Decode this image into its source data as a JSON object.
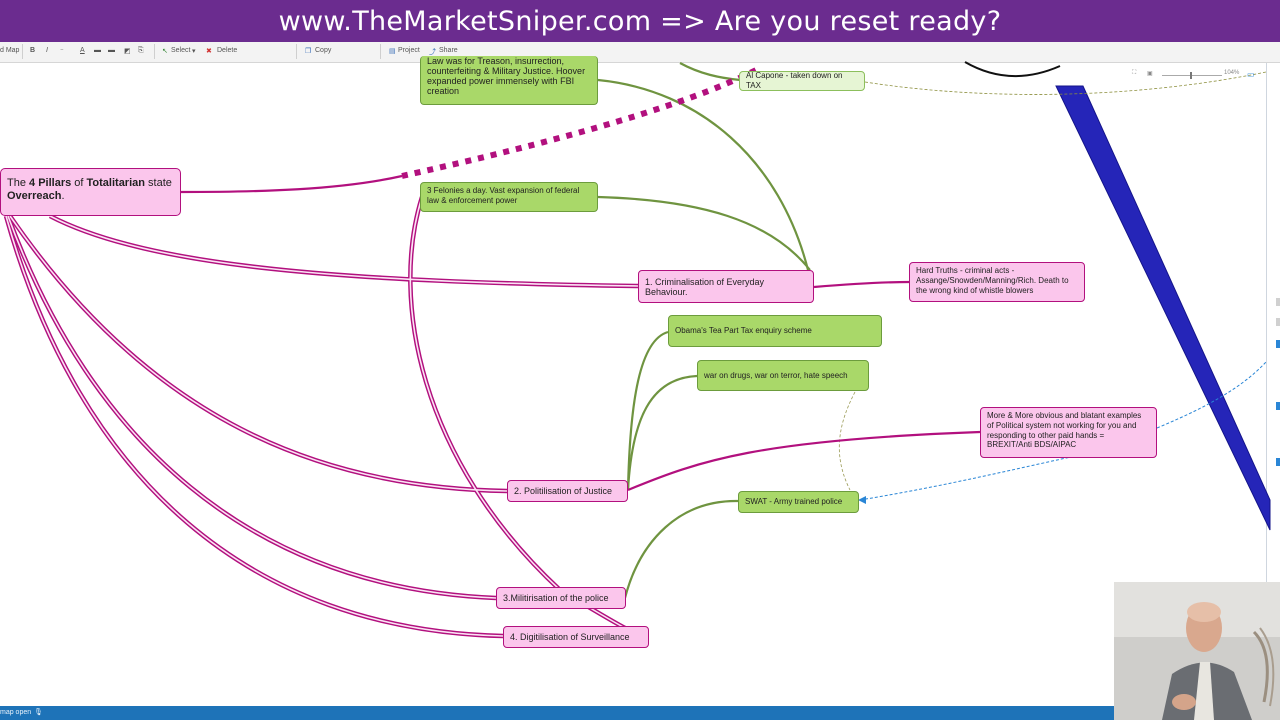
{
  "banner": {
    "text": "www.TheMarketSniper.com => Are you reset ready?"
  },
  "toolbar": {
    "map_label": "d Map",
    "bold": "B",
    "italic": "I",
    "select": "Select",
    "delete": "Delete",
    "copy": "Copy",
    "project": "Project",
    "share": "Share"
  },
  "zoom": {
    "level": "104%"
  },
  "status": {
    "text": "map open"
  },
  "nodes": {
    "root": {
      "pre": "The ",
      "b1": "4 Pillars",
      "mid1": " of ",
      "b2": "Totalitarian",
      "mid2": " state ",
      "b3": "Overreach",
      "post": "."
    },
    "hoover": "Law was for Treason, insurrection, counterfeiting & Military Justice. Hoover expanded power immensely with FBI creation",
    "capone": "Al Capone - taken down on TAX",
    "felonies": "3 Felonies a day. Vast expansion of federal law & enforcement power",
    "criminalisation": "1. Criminalisation of Everyday Behaviour.",
    "hard_truths": "Hard Truths - criminal acts - Assange/Snowden/Manning/Rich. Death to the wrong kind of whistle blowers",
    "obama": "Obama's Tea Part Tax enquiry scheme",
    "war_on": "war on drugs, war on terror, hate speech",
    "political": "More & More obvious and blatant examples of Political system not working for you and responding to other paid hands = BREXIT/Anti BDS/AIPAC",
    "justice": "2. Politilisation of Justice",
    "swat": "SWAT - Army trained police",
    "police": "3.Militirisation of the police",
    "surveillance": "4. Digitilisation of Surveillance"
  },
  "colors": {
    "banner": "#6b2c8f",
    "pink_fill": "#fbc6ec",
    "pink_border": "#b2107e",
    "green_fill": "#a9d869",
    "green_border": "#6c9c3d",
    "olive_link": "#6f9440",
    "blue_bar": "#2525b8",
    "dashed_blue": "#2a86d6",
    "status_bar": "#1e73b8"
  }
}
